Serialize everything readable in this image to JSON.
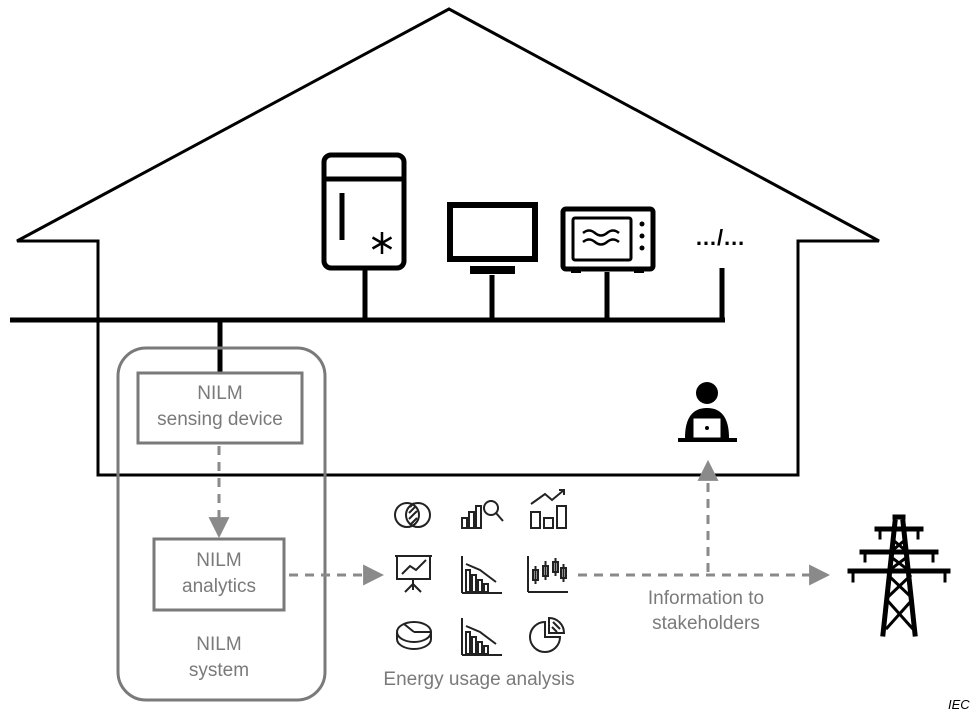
{
  "labels": {
    "sensing_line1": "NILM",
    "sensing_line2": "sensing device",
    "analytics_line1": "NILM",
    "analytics_line2": "analytics",
    "system_line1": "NILM",
    "system_line2": "system",
    "energy_usage": "Energy usage analysis",
    "info_line1": "Information to",
    "info_line2": "stakeholders",
    "more_appliances": "…/…",
    "watermark": "IEC"
  },
  "icons": {
    "appliances": [
      "fridge-icon",
      "tv-monitor-icon",
      "microwave-oven-icon"
    ],
    "analysis": [
      "venn-diagram-icon",
      "bar-chart-magnifier-icon",
      "bar-chart-trend-icon",
      "presentation-board-icon",
      "declining-bar-chart-icon",
      "candlestick-chart-icon",
      "pie-chart-3d-icon",
      "declining-bar-chart-icon",
      "pie-chart-icon"
    ],
    "stakeholders": [
      "user-laptop-icon",
      "power-pylon-icon"
    ]
  },
  "colors": {
    "house_line": "#000000",
    "nilm_box": "#7a7a7a",
    "label_text": "#7a7a7a",
    "flow_arrow": "#8a8a8a"
  }
}
